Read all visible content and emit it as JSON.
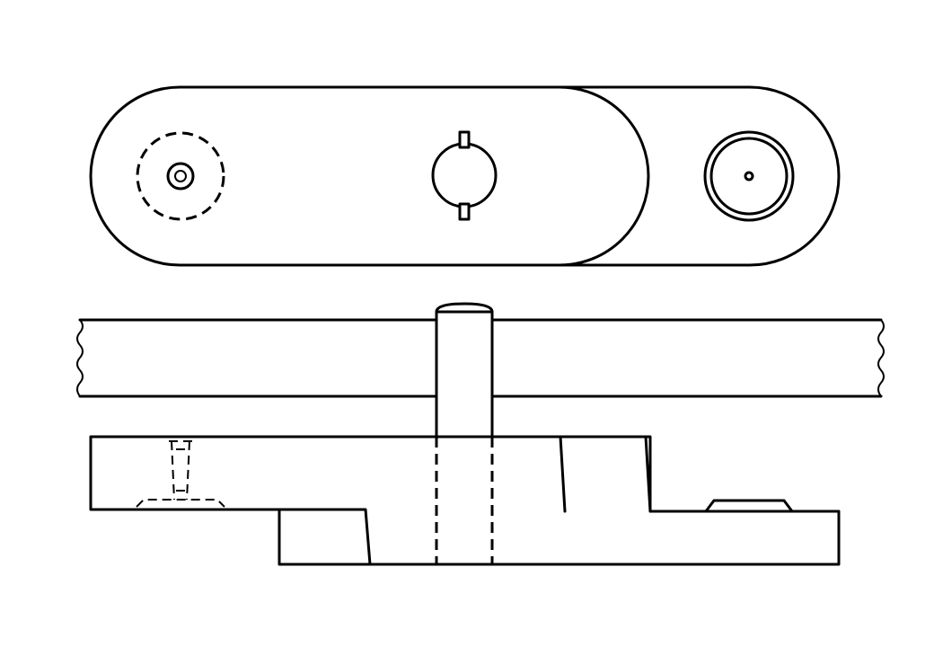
{
  "diagram": {
    "views": [
      {
        "id": "top-view",
        "kind": "plan"
      },
      {
        "id": "side-view",
        "kind": "elevation"
      }
    ],
    "elements": [
      "long-link-plate",
      "short-link-plate",
      "hidden-countersunk-hole",
      "center-pin-with-keyways",
      "end-pin-boss",
      "rail-with-break-edges",
      "vertical-pin",
      "stepped-base-block",
      "hidden-screw",
      "hidden-pin-bore",
      "raised-pad"
    ],
    "line_color": "#000000",
    "background": "#ffffff",
    "hidden_lines": "dashed"
  }
}
